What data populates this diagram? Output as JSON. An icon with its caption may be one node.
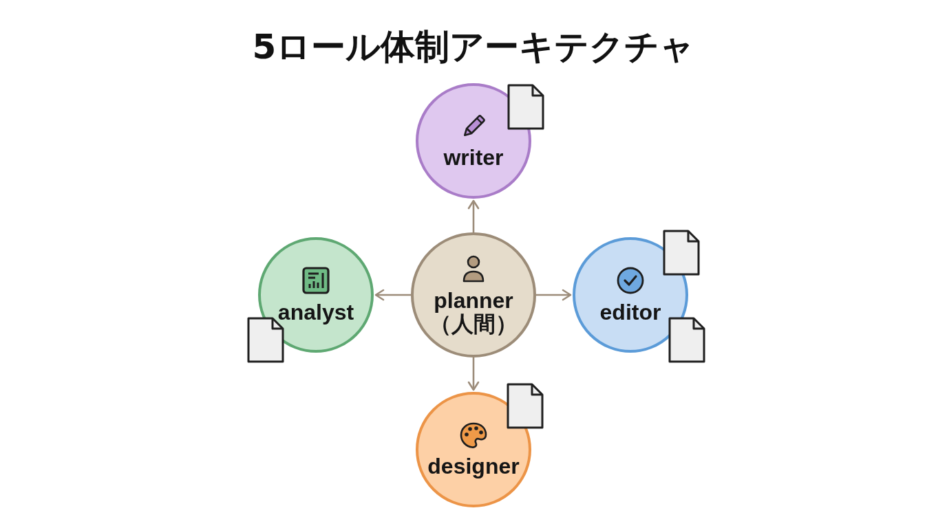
{
  "diagram": {
    "title": "5ロール体制アーキテクチャ",
    "nodes": [
      {
        "text": [
          "writer"
        ]
      },
      {
        "text": [],
        "shape": "document"
      },
      {
        "text": [],
        "shape": "document"
      },
      {
        "text": [
          "analyst"
        ]
      },
      {
        "text": [
          "planner （人間）"
        ]
      },
      {
        "text": [
          "editor"
        ]
      },
      {
        "text": [],
        "shape": "document"
      },
      {
        "text": [],
        "shape": "document"
      },
      {
        "text": [
          "designer"
        ]
      },
      {
        "text": [],
        "shape": "document"
      }
    ],
    "edges": [
      {
        "from": 4,
        "to": 0,
        "arrow": "to"
      },
      {
        "from": 4,
        "to": 3,
        "arrow": "to"
      },
      {
        "from": 4,
        "to": 5,
        "arrow": "to"
      },
      {
        "from": 4,
        "to": 8,
        "arrow": "to"
      }
    ]
  }
}
